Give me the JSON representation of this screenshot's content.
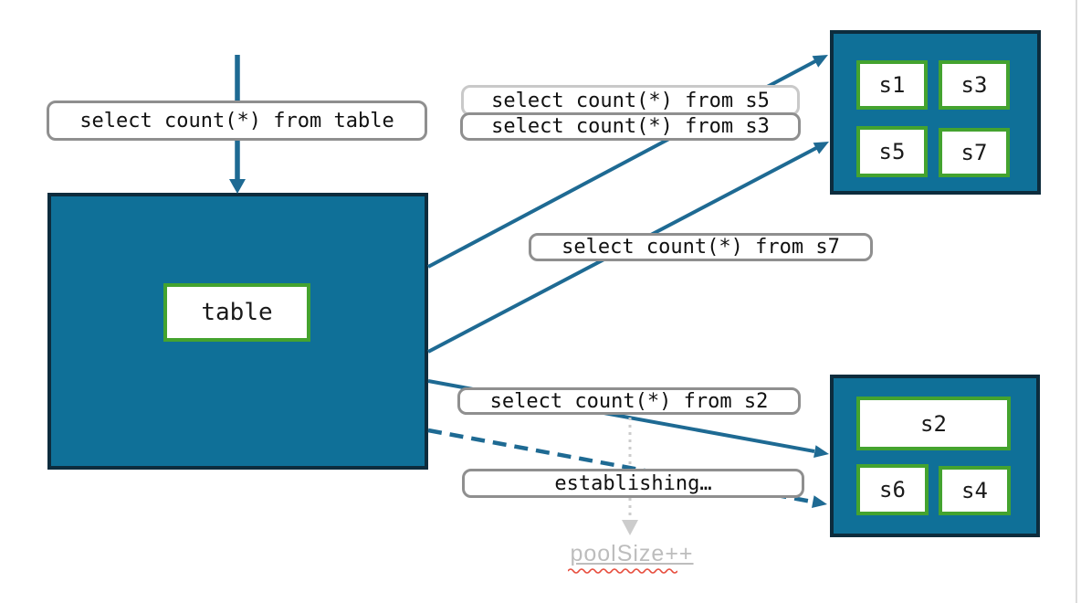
{
  "diagram": {
    "queries": {
      "table": "select count(*) from table",
      "s5": "select count(*) from s5",
      "s3": "select count(*) from s3",
      "s7": "select count(*) from s7",
      "s2": "select count(*) from s2"
    },
    "status": {
      "establishing": "establishing…",
      "pool_size": "poolSize++"
    },
    "nodes": {
      "table": {
        "label": "table"
      },
      "shard_group_top": {
        "shards": [
          "s1",
          "s3",
          "s5",
          "s7"
        ]
      },
      "shard_group_bottom": {
        "shards": [
          "s2",
          "s6",
          "s4"
        ]
      }
    },
    "arrows": [
      {
        "name": "client-to-table",
        "style": "solid",
        "from": "client",
        "to": "table"
      },
      {
        "name": "table-to-top-shards-upper",
        "style": "solid",
        "from": "table",
        "to": "shard_group_top"
      },
      {
        "name": "table-to-top-shards-lower",
        "style": "solid",
        "from": "table",
        "to": "shard_group_top"
      },
      {
        "name": "table-to-s2",
        "style": "solid",
        "from": "table",
        "to": "shard_group_bottom"
      },
      {
        "name": "table-to-bottom-shards",
        "style": "dashed",
        "from": "table",
        "to": "shard_group_bottom"
      },
      {
        "name": "s2-query-to-poolsize",
        "style": "dotted",
        "from": "query_s2",
        "to": "pool_size"
      }
    ]
  },
  "colors": {
    "node_fill": "#0f7098",
    "node_border": "#0d2c3d",
    "chip_border_green": "#44a32f",
    "arrow_teal": "#1e6a93",
    "pill_border": "#8f8f8f",
    "pill_border_light": "#c9c9c9",
    "text": "#111111",
    "muted_text": "#bdbdbd",
    "dotted_gray": "#cccccc",
    "squiggle_red": "#e74c3c"
  }
}
